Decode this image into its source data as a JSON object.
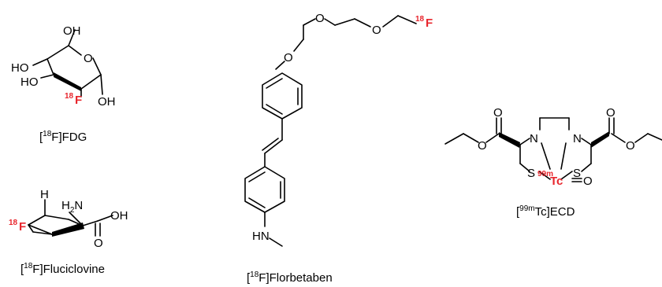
{
  "compounds": [
    {
      "name": "[18F]FDG",
      "caption_pre": "[",
      "caption_sup": "18",
      "caption_post": "F]FDG"
    },
    {
      "name": "[18F]Fluciclovine",
      "caption_pre": "[",
      "caption_sup": "18",
      "caption_post": "F]Fluciclovine"
    },
    {
      "name": "[18F]Florbetaben",
      "caption_pre": "[",
      "caption_sup": "18",
      "caption_post": "F]Florbetaben"
    },
    {
      "name": "[99mTc]ECD",
      "caption_pre": "[",
      "caption_sup": "99m",
      "caption_post": "Tc]ECD"
    }
  ],
  "atoms": {
    "oh": "OH",
    "ho": "HO",
    "o": "O",
    "f": "F",
    "iso18": "18",
    "h": "H",
    "h2n": "H",
    "n_sub2": "2",
    "n": "N",
    "hn": "HN",
    "s": "S",
    "tc": "Tc",
    "iso99m": "99m"
  },
  "colors": {
    "label_red": "#e8262d",
    "bond": "#000000"
  }
}
